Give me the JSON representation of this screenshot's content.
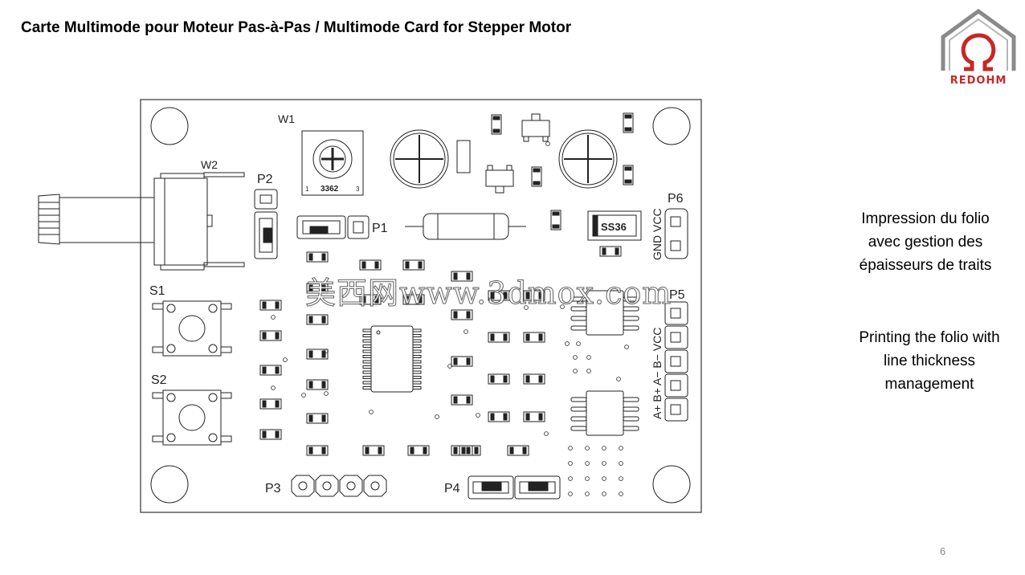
{
  "slide": {
    "title": "Carte Multimode pour Moteur Pas-à-Pas / Multimode Card for Stepper Motor",
    "page_number": "6",
    "note_fr_lines": [
      "Impression du folio",
      "avec gestion des",
      "épaisseurs de traits"
    ],
    "note_en_lines": [
      "Printing the folio with",
      "line thickness",
      "management"
    ],
    "watermark": "美西网www.3dmox.com"
  },
  "logo": {
    "text": "REDOHM",
    "color": "#c62828",
    "icon": "omega-house-logo"
  },
  "board": {
    "labels": {
      "w1": "W1",
      "w2": "W2",
      "p1": "P1",
      "p2": "P2",
      "p3": "P3",
      "p4": "P4",
      "p5": "P5",
      "p6": "P6",
      "s1": "S1",
      "s2": "S2",
      "pot_code": "3362",
      "pot_pin1": "1",
      "pot_pin3": "3",
      "diode": "SS36",
      "p6_pins": "GND VCC",
      "p5_pins": "A+ B+ A− B− VCC"
    }
  }
}
